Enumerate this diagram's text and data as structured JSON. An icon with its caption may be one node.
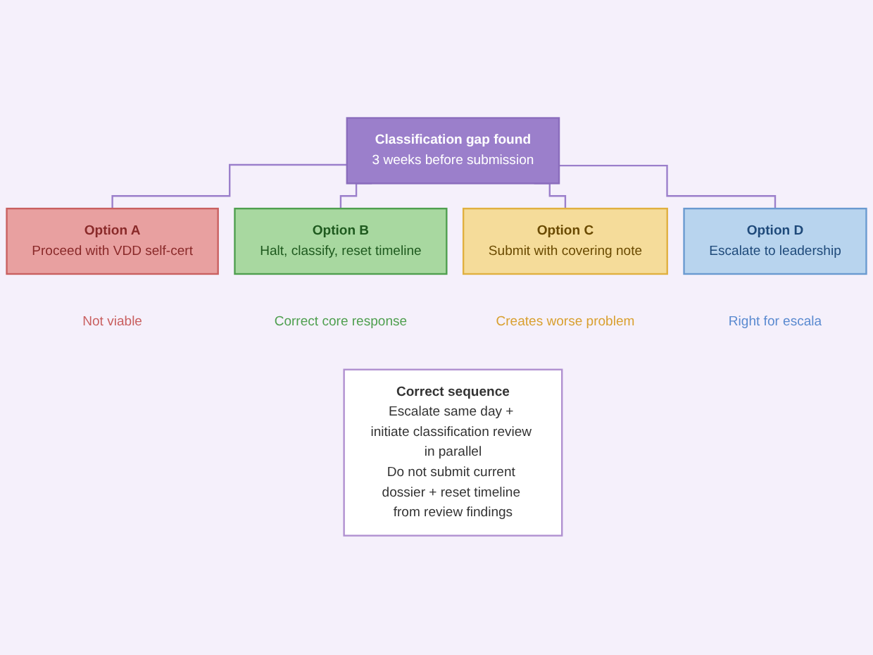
{
  "diagram": {
    "nodes": [
      {
        "text": [
          "Classification gap found",
          "3 weeks before submission"
        ]
      },
      {
        "text": [
          "Option A",
          "Proceed with VDD self-cert"
        ],
        "beside": [
          "Not viable"
        ]
      },
      {
        "text": [
          "Option B",
          "Halt, classify, reset timeline"
        ],
        "beside": [
          "Correct core response"
        ]
      },
      {
        "text": [
          "Option C",
          "Submit with covering note"
        ],
        "beside": [
          "Creates worse problem"
        ]
      },
      {
        "text": [
          "Option D",
          "Escalate to leadership"
        ],
        "beside": [
          "Right for escala"
        ]
      },
      {
        "text": [
          "Correct sequence",
          "Escalate same day + initiate classification review in parallel",
          "Do not submit current dossier + reset timeline from review findings"
        ]
      }
    ],
    "edges": [
      {
        "from": 0,
        "to": 1,
        "arrow": "none"
      },
      {
        "from": 0,
        "to": 2,
        "arrow": "none"
      },
      {
        "from": 0,
        "to": 3,
        "arrow": "none"
      },
      {
        "from": 0,
        "to": 4,
        "arrow": "none"
      }
    ]
  }
}
